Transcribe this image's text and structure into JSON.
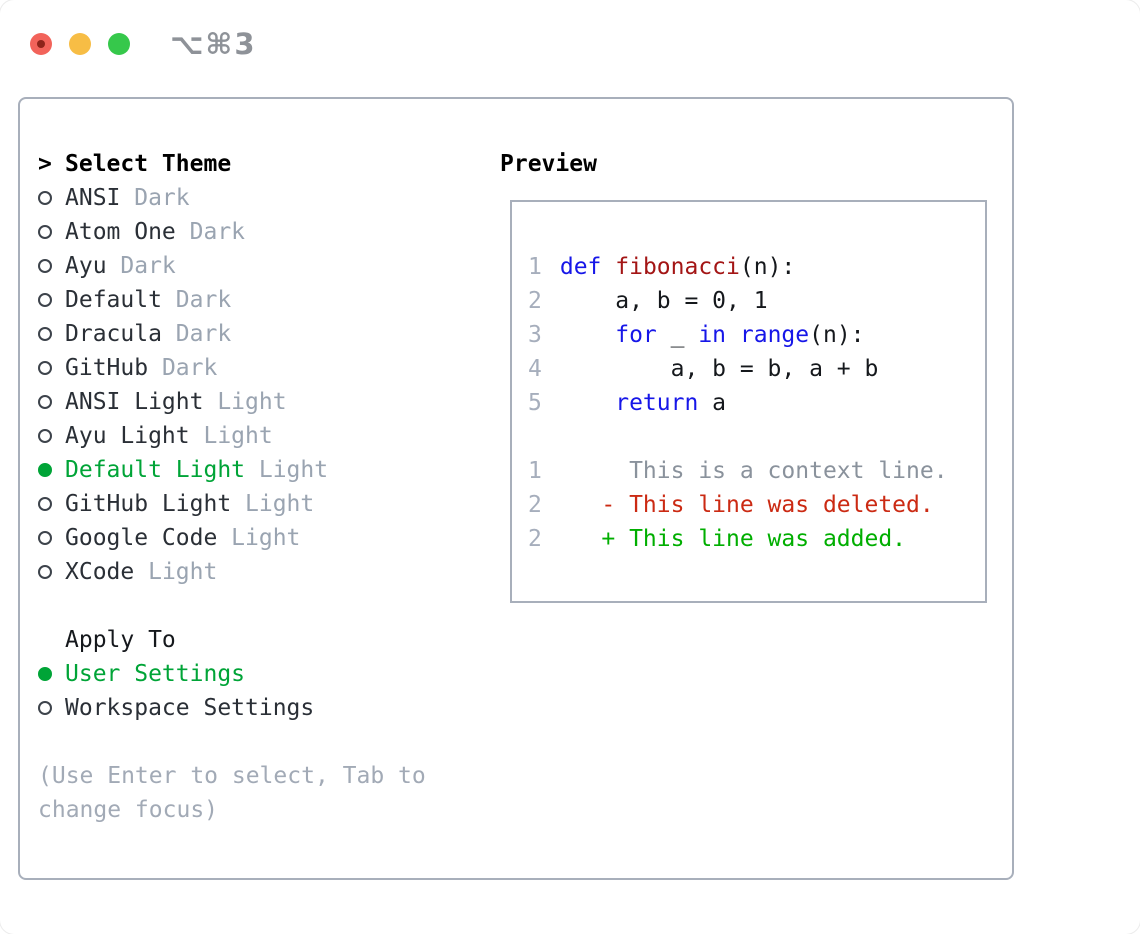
{
  "window": {
    "title": "⌥⌘3"
  },
  "theme_panel": {
    "select_theme": {
      "marker": ">",
      "label": "Select Theme"
    },
    "themes": [
      {
        "name": "ANSI",
        "variant": "Dark",
        "selected": false
      },
      {
        "name": "Atom One",
        "variant": "Dark",
        "selected": false
      },
      {
        "name": "Ayu",
        "variant": "Dark",
        "selected": false
      },
      {
        "name": "Default",
        "variant": "Dark",
        "selected": false
      },
      {
        "name": "Dracula",
        "variant": "Dark",
        "selected": false
      },
      {
        "name": "GitHub",
        "variant": "Dark",
        "selected": false
      },
      {
        "name": "ANSI Light",
        "variant": "Light",
        "selected": false
      },
      {
        "name": "Ayu Light",
        "variant": "Light",
        "selected": false
      },
      {
        "name": "Default Light",
        "variant": "Light",
        "selected": true
      },
      {
        "name": "GitHub Light",
        "variant": "Light",
        "selected": false
      },
      {
        "name": "Google Code",
        "variant": "Light",
        "selected": false
      },
      {
        "name": "XCode",
        "variant": "Light",
        "selected": false
      }
    ],
    "apply_to": {
      "label": "Apply To",
      "options": [
        {
          "label": "User Settings",
          "selected": true
        },
        {
          "label": "Workspace Settings",
          "selected": false
        }
      ]
    },
    "hint": "(Use Enter to select, Tab to change focus)"
  },
  "preview": {
    "label": "Preview",
    "code_lines": [
      {
        "num": "1",
        "segments": [
          {
            "t": "def",
            "c": "keyword"
          },
          {
            "t": " "
          },
          {
            "t": "fibonacci",
            "c": "func"
          },
          {
            "t": "(n):"
          }
        ]
      },
      {
        "num": "2",
        "segments": [
          {
            "t": "    a, b = 0, 1"
          }
        ]
      },
      {
        "num": "3",
        "segments": [
          {
            "t": "    "
          },
          {
            "t": "for",
            "c": "keyword"
          },
          {
            "t": " _ "
          },
          {
            "t": "in",
            "c": "keyword"
          },
          {
            "t": " "
          },
          {
            "t": "range",
            "c": "keyword"
          },
          {
            "t": "(n):"
          }
        ]
      },
      {
        "num": "4",
        "segments": [
          {
            "t": "        a, b = b, a + b"
          }
        ]
      },
      {
        "num": "5",
        "segments": [
          {
            "t": "    "
          },
          {
            "t": "return",
            "c": "keyword"
          },
          {
            "t": " a"
          }
        ]
      }
    ],
    "diff_lines": [
      {
        "num": "1",
        "text": "     This is a context line.",
        "kind": "context"
      },
      {
        "num": "2",
        "text": "   - This line was deleted.",
        "kind": "deleted"
      },
      {
        "num": "2",
        "text": "   + This line was added.",
        "kind": "added"
      }
    ]
  },
  "colors": {
    "title": "#8e9298",
    "border": "#a8afbb",
    "item": "#2a2f36",
    "variant": "#9aa4b1",
    "hint": "#a2aab6",
    "selected": "#00a437",
    "keyword": "#1616e8",
    "func": "#a31515",
    "code_text": "#15181c",
    "line_number": "#a6aebc",
    "context": "#8a929c",
    "deleted": "#cb2a13",
    "added": "#00ae00",
    "light_red": "#f2635a",
    "light_red_dot": "#8e241a",
    "light_yellow": "#f7bd45",
    "light_green": "#36c84b"
  }
}
